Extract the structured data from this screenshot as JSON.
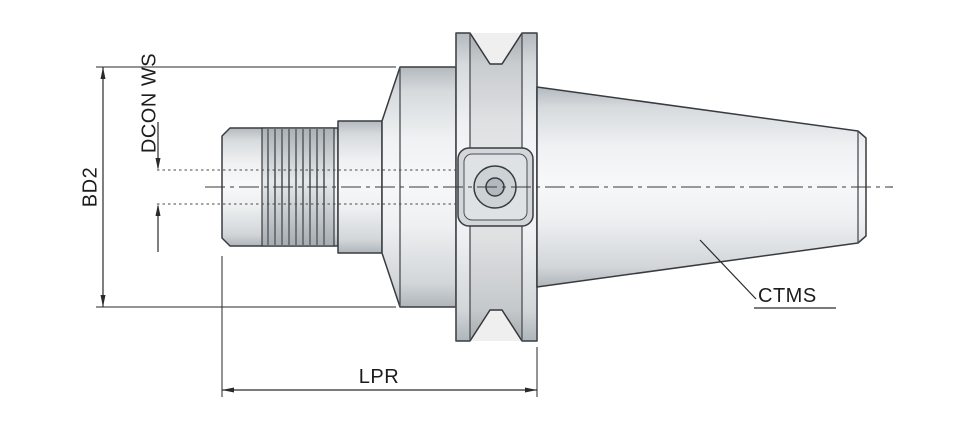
{
  "drawing": {
    "labels": {
      "dcon_ws": "DCON WS",
      "bd2": "BD2",
      "lpr": "LPR",
      "ctms": "CTMS"
    },
    "colors": {
      "background": "#ffffff",
      "line": "#383c40",
      "dimension": "#2a2a2a",
      "metal_light": "#f6f7f8",
      "metal_mid": "#dcdfe2",
      "metal_dark": "#b7bcc1"
    }
  }
}
